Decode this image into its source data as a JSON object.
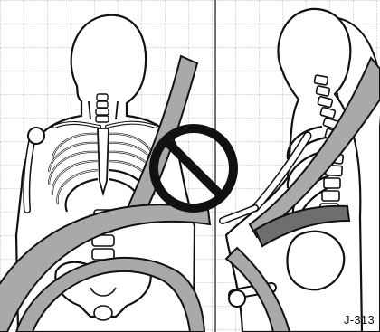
{
  "figure": {
    "reference_code": "J-313",
    "sign": "prohibition-sign",
    "left_view": "front-view-skeleton-with-belt",
    "right_view": "side-view-skeleton-with-belt",
    "colors": {
      "line": "#111111",
      "grid": "#b8b8b8",
      "belt": "#a9a9a9",
      "belt_dark": "#555555",
      "background": "#ffffff"
    }
  }
}
